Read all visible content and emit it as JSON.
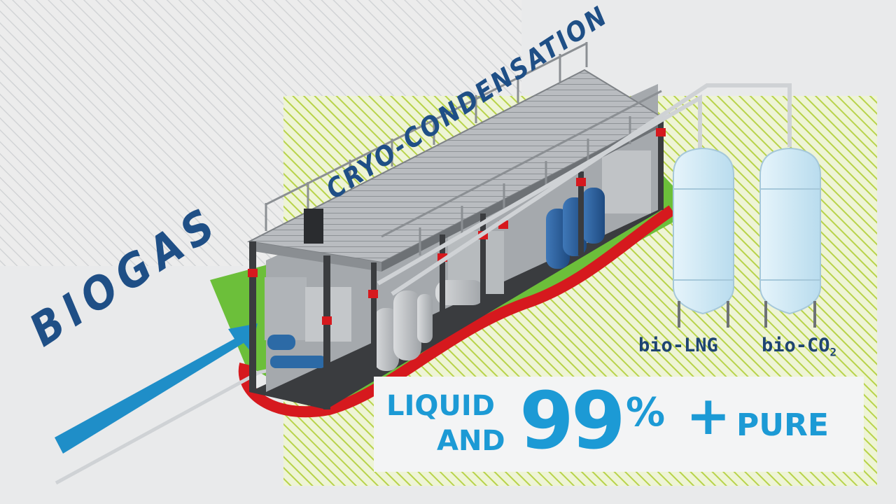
{
  "labels": {
    "input": "BIOGAS",
    "process": "CRYO-CONDENSATION",
    "product_lng": "bio-LNG",
    "product_co2_base": "bio-CO",
    "product_co2_sub": "2"
  },
  "result": {
    "line1": "LIQUID",
    "line2": "AND",
    "value": "99",
    "unit": "%",
    "plus": "+",
    "suffix": "PURE"
  },
  "colors": {
    "background": "#e9eaeb",
    "hatch_green": "#b8d34a",
    "ground_green": "#6cbf3a",
    "biogas_arrow": "#1f8ec8",
    "heading_blue": "#1f4f86",
    "result_blue": "#1c9ad5",
    "tank_blue": "#cfe8f4",
    "pipe_red": "#d6191e"
  }
}
